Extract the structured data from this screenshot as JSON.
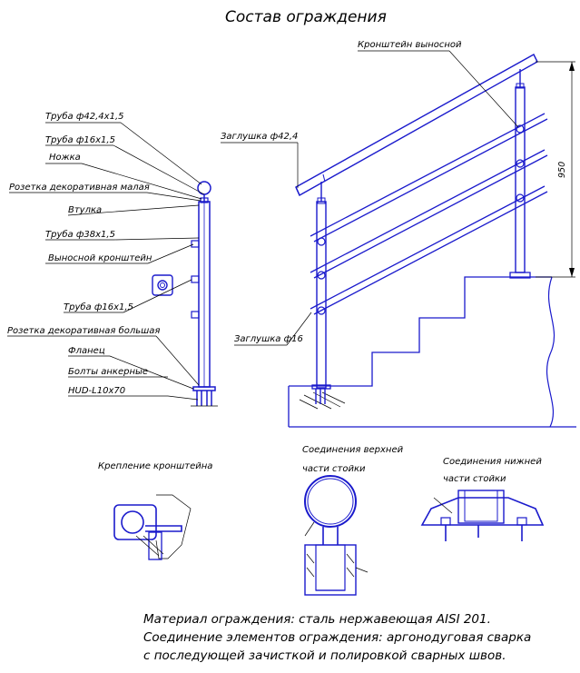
{
  "title": "Состав ограждения",
  "labels": {
    "pipe_42": "Труба ф42,4х1,5",
    "pipe_16_top": "Труба ф16х1,5",
    "leg": "Ножка",
    "rosette_small": "Розетка декоративная малая",
    "sleeve": "Втулка",
    "pipe_38": "Труба ф38х1,5",
    "bracket_side": "Выносной кронштейн",
    "pipe_16_bottom": "Труба ф16х1,5",
    "rosette_large": "Розетка декоративная большая",
    "flange": "Фланец",
    "bolts_line1": "Болты анкерные",
    "bolts_line2": "HUD-L10х70",
    "bracket_remote": "Кронштейн выносной",
    "cap_42": "Заглушка ф42,4",
    "cap_16": "Заглушка ф16",
    "height_dim": "950"
  },
  "details": {
    "bracket_mount": "Крепление кронштейна",
    "top_joint_line1": "Соединения верхней",
    "top_joint_line2": "части стойки",
    "bottom_joint_line1": "Соединения нижней",
    "bottom_joint_line2": "части стойки"
  },
  "notes": {
    "line1": "Материал ограждения: сталь нержавеющая AISI 201.",
    "line2": "Соединение элементов ограждения: аргонодуговая сварка",
    "line3": "с последующей зачисткой и полировкой сварных швов."
  },
  "colors": {
    "structure": "#1a1acc",
    "annotation": "#000000"
  }
}
